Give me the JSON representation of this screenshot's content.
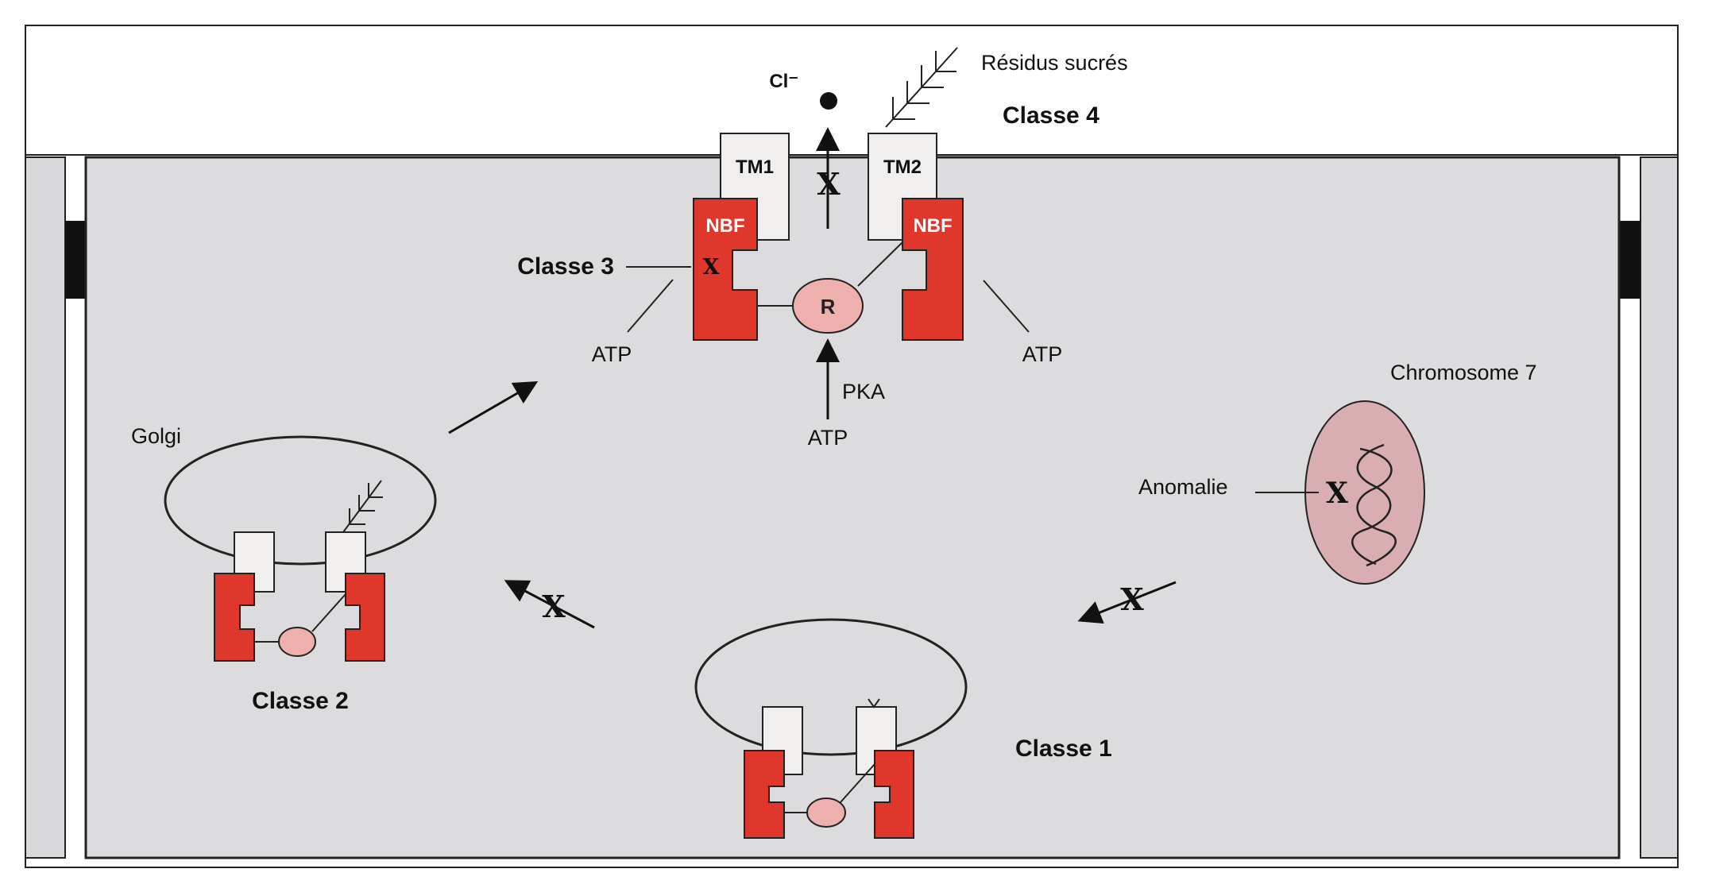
{
  "labels": {
    "chloride": "Cl⁻",
    "sugar_residues": "Résidus sucrés",
    "class4": "Classe 4",
    "class3": "Classe 3",
    "class2": "Classe 2",
    "class1": "Classe 1",
    "tm1": "TM1",
    "tm2": "TM2",
    "nbf_left": "NBF",
    "nbf_right": "NBF",
    "r_domain": "R",
    "atp_left": "ATP",
    "atp_right": "ATP",
    "atp_bottom": "ATP",
    "pka": "PKA",
    "golgi": "Golgi",
    "chromosome": "Chromosome 7",
    "anomaly": "Anomalie",
    "block_mark": "X"
  },
  "colors": {
    "membrane_fill": "#dcdcde",
    "nbf_red": "#e0372c",
    "r_pink": "#eeb0ac",
    "tm_fill": "#f1eeee",
    "nucleus_fill": "#d9aeb2"
  },
  "icons": {
    "sugar": "branched-sugar-chain-icon",
    "arrow": "pathway-arrow-icon",
    "dna": "dna-helix-icon"
  }
}
